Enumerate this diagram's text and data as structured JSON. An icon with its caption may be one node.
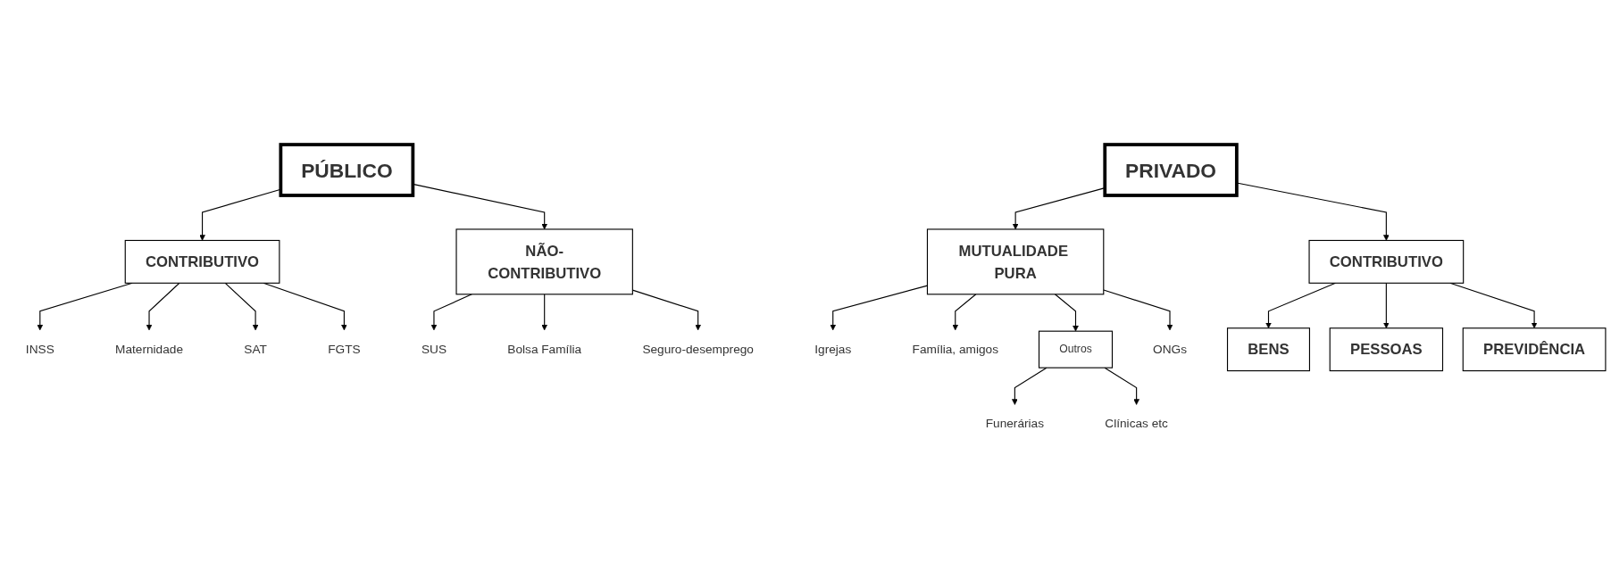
{
  "diagram": {
    "nodes": [
      {
        "text": [
          "PÚBLICO"
        ]
      },
      {
        "text": [
          "PRIVADO"
        ]
      },
      {
        "text": [
          "CONTRIBUTIVO"
        ]
      },
      {
        "text": [
          "NÃO-CONTRIBUTIVO"
        ]
      },
      {
        "text": [
          "INSS"
        ]
      },
      {
        "text": [
          "Maternidade"
        ]
      },
      {
        "text": [
          "SAT"
        ]
      },
      {
        "text": [
          "FGTS"
        ]
      },
      {
        "text": [
          "SUS"
        ]
      },
      {
        "text": [
          "Bolsa Família"
        ]
      },
      {
        "text": [
          "Seguro-desemprego"
        ]
      },
      {
        "text": [
          "MUTUALIDADE PURA"
        ]
      },
      {
        "text": [
          "CONTRIBUTIVO"
        ]
      },
      {
        "text": [
          "Igrejas"
        ]
      },
      {
        "text": [
          "Família, amigos"
        ]
      },
      {
        "text": [
          "Outros"
        ]
      },
      {
        "text": [
          "ONGs"
        ]
      },
      {
        "text": [
          "Funerárias"
        ]
      },
      {
        "text": [
          "Clínicas etc"
        ]
      },
      {
        "text": [
          "BENS"
        ]
      },
      {
        "text": [
          "PESSOAS"
        ]
      },
      {
        "text": [
          "PREVIDÊNCIA"
        ]
      }
    ],
    "edges": [
      {
        "from": 0,
        "to": 2,
        "arrow": "to"
      },
      {
        "from": 0,
        "to": 3,
        "arrow": "to"
      },
      {
        "from": 2,
        "to": 4,
        "arrow": "to"
      },
      {
        "from": 2,
        "to": 5,
        "arrow": "to"
      },
      {
        "from": 2,
        "to": 6,
        "arrow": "to"
      },
      {
        "from": 2,
        "to": 7,
        "arrow": "to"
      },
      {
        "from": 3,
        "to": 8,
        "arrow": "to"
      },
      {
        "from": 3,
        "to": 9,
        "arrow": "to"
      },
      {
        "from": 3,
        "to": 10,
        "arrow": "to"
      },
      {
        "from": 1,
        "to": 11,
        "arrow": "to"
      },
      {
        "from": 1,
        "to": 12,
        "arrow": "to"
      },
      {
        "from": 11,
        "to": 13,
        "arrow": "to"
      },
      {
        "from": 11,
        "to": 14,
        "arrow": "to"
      },
      {
        "from": 11,
        "to": 15,
        "arrow": "to"
      },
      {
        "from": 11,
        "to": 16,
        "arrow": "to"
      },
      {
        "from": 15,
        "to": 17,
        "arrow": "to"
      },
      {
        "from": 15,
        "to": 18,
        "arrow": "to"
      },
      {
        "from": 12,
        "to": 21,
        "arrow": "to"
      },
      {
        "from": 12,
        "to": 20,
        "arrow": "to"
      },
      {
        "from": 12,
        "to": 19,
        "arrow": "to"
      }
    ]
  }
}
